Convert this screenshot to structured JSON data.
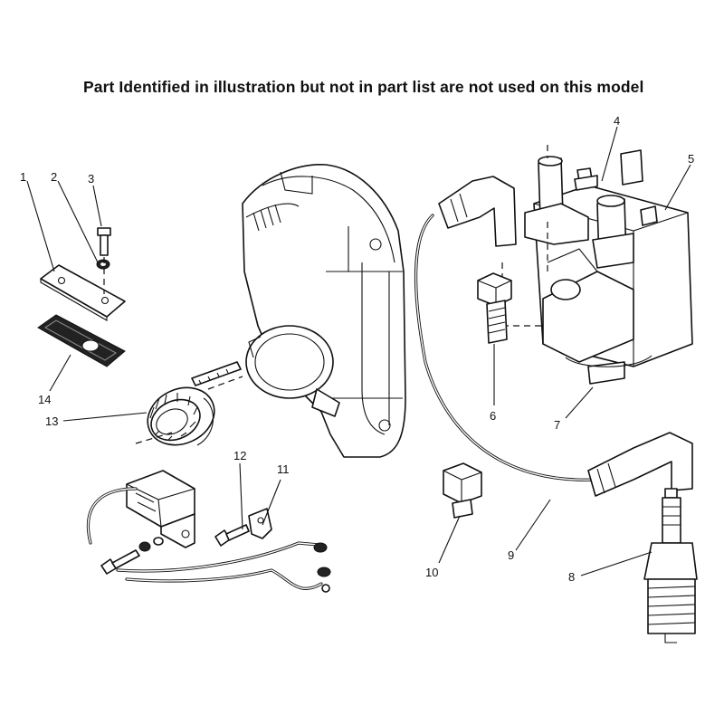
{
  "notice": "Part Identified in illustration but not in part list are not used on this model",
  "callouts": [
    {
      "id": "1",
      "label": "1"
    },
    {
      "id": "2",
      "label": "2"
    },
    {
      "id": "3",
      "label": "3"
    },
    {
      "id": "4",
      "label": "4"
    },
    {
      "id": "5",
      "label": "5"
    },
    {
      "id": "6",
      "label": "6"
    },
    {
      "id": "7",
      "label": "7"
    },
    {
      "id": "8",
      "label": "8"
    },
    {
      "id": "9",
      "label": "9"
    },
    {
      "id": "10",
      "label": "10"
    },
    {
      "id": "11",
      "label": "11"
    },
    {
      "id": "12",
      "label": "12"
    },
    {
      "id": "13",
      "label": "13"
    },
    {
      "id": "14",
      "label": "14"
    }
  ]
}
